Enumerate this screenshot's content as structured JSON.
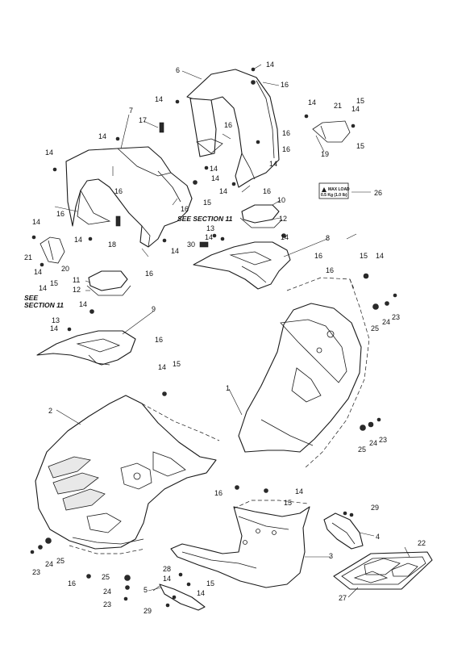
{
  "labels": {
    "n1": "1",
    "n2": "2",
    "n3": "3",
    "n4": "4",
    "n5": "5",
    "n6": "6",
    "n7": "7",
    "n8": "8",
    "n9": "9",
    "n10": "10",
    "n11": "11",
    "n12": "12",
    "n13": "13",
    "n14": "14",
    "n15": "15",
    "n16": "16",
    "n17": "17",
    "n18": "18",
    "n19": "19",
    "n20": "20",
    "n21": "21",
    "n22": "22",
    "n23": "23",
    "n24": "24",
    "n25": "25",
    "n26": "26",
    "n27": "27",
    "n28": "28",
    "n29": "29",
    "n30": "30"
  },
  "see_section": {
    "text": "SEE SECTION 11",
    "line1": "SEE",
    "line2": "SECTION 11"
  },
  "max_load_label": {
    "title": "MAX LOAD",
    "value": "0.5 Kg (1.0 lb)"
  }
}
